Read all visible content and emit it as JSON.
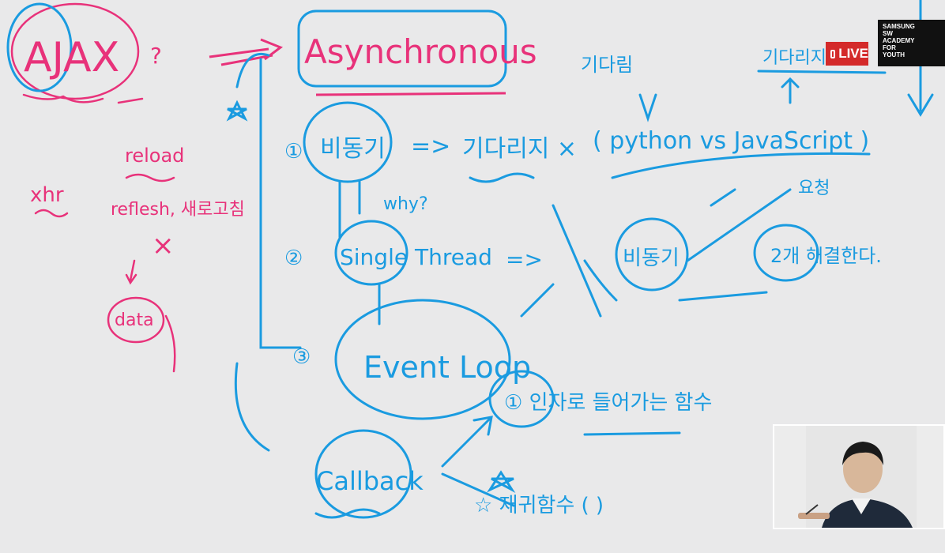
{
  "badge": {
    "live_label": "LIVE",
    "logo_lines": [
      "SAMSUNG",
      "SW",
      "ACADEMY",
      "FOR",
      "YOUTH"
    ]
  },
  "board": {
    "ajax": "AJAX",
    "question": "?",
    "xhr": "xhr",
    "reload": "reload",
    "refresh": "reflesh, 새로고침",
    "cross": "×",
    "data": "data",
    "async_title": "Asynchronous",
    "n1": "①",
    "async_kr": "비동기",
    "arrow": "=>",
    "wait_no": "기다리지 ×",
    "python_js": "( python vs JavaScript )",
    "wait_top": "기다림",
    "wait_top2": "기다리지",
    "n2": "②",
    "why": "why?",
    "single_thread": "Single Thread",
    "async_kr2": "비동기",
    "request": "요청",
    "two_resolve": "2개 해결한다.",
    "n3": "③",
    "event_loop": "Event Loop",
    "callback": "Callback",
    "inner_fn": "① 인자로 들어가는 함수",
    "caller_fn": "☆ 재귀함수 ( )"
  }
}
